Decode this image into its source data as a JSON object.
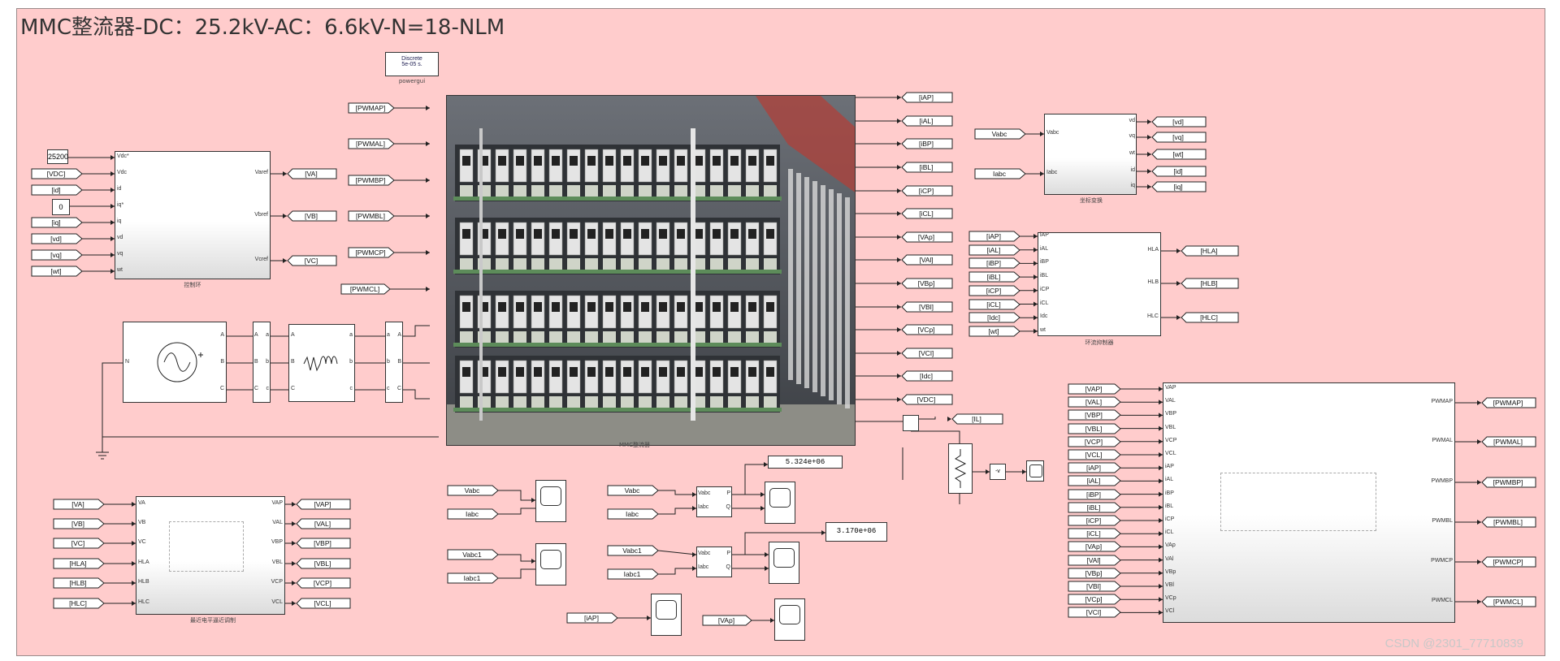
{
  "title": "MMC整流器-DC：25.2kV-AC：6.6kV-N=18-NLM",
  "watermark": "CSDN @2301_77710839",
  "powergui": {
    "line1": "Discrete",
    "line2": "5e-05 s.",
    "caption": "powergui"
  },
  "mmc_caption": "MMC整流器",
  "left_inputs": [
    "[PWMAP]",
    "[PWMAL]",
    "[PWMBP]",
    "[PWMBL]",
    "[PWMCP]",
    "[PWMCL]"
  ],
  "mmc_outputs": [
    "[iAP]",
    "[iAL]",
    "[iBP]",
    "[iBL]",
    "[iCP]",
    "[iCL]",
    "[VAp]",
    "[VAl]",
    "[VBp]",
    "[VBl]",
    "[VCp]",
    "[VCl]",
    "[Idc]",
    "[VDC]"
  ],
  "controller": {
    "caption": "控制环",
    "consts": [
      "25200",
      "0"
    ],
    "inputs": [
      "[VDC]",
      "[id]",
      "[iq]",
      "[vd]",
      "[vq]",
      "[wt]"
    ],
    "ports_in": [
      "Vdc*",
      "Vdc",
      "id",
      "iq*",
      "iq",
      "vd",
      "vq",
      "wt"
    ],
    "ports_out": [
      "Varef",
      "Vbref",
      "Vcref"
    ],
    "outputs": [
      "[VA]",
      "[VB]",
      "[VC]"
    ]
  },
  "transform": {
    "caption": "坐标变换",
    "inputs": [
      "Vabc",
      "Iabc"
    ],
    "ports_in": [
      "Vabc",
      "Iabc"
    ],
    "ports_out": [
      "vd",
      "vq",
      "wt",
      "id",
      "iq"
    ],
    "outputs": [
      "[vd]",
      "[vq]",
      "[wt]",
      "[id]",
      "[iq]"
    ]
  },
  "circ": {
    "caption": "环流抑制器",
    "inputs": [
      "[iAP]",
      "[iAL]",
      "[iBP]",
      "[iBL]",
      "[iCP]",
      "[iCL]",
      "[Idc]",
      "[wt]"
    ],
    "ports_in": [
      "iAP",
      "iAL",
      "iBP",
      "iBL",
      "iCP",
      "iCL",
      "Idc",
      "wt"
    ],
    "ports_out": [
      "HLA",
      "HLB",
      "HLC"
    ],
    "outputs": [
      "[HLA]",
      "[HLB]",
      "[HLC]"
    ]
  },
  "nlm": {
    "caption": "最近电平逼近调制",
    "inputs": [
      "[VA]",
      "[VB]",
      "[VC]",
      "[HLA]",
      "[HLB]",
      "[HLC]"
    ],
    "ports_in": [
      "VA",
      "VB",
      "VC",
      "HLA",
      "HLB",
      "HLC"
    ],
    "ports_out": [
      "VAP",
      "VAL",
      "VBP",
      "VBL",
      "VCP",
      "VCL"
    ],
    "outputs": [
      "[VAP]",
      "[VAL]",
      "[VBP]",
      "[VBL]",
      "[VCP]",
      "[VCL]"
    ]
  },
  "pwm": {
    "inputs": [
      "[VAP]",
      "[VAL]",
      "[VBP]",
      "[VBL]",
      "[VCP]",
      "[VCL]",
      "[iAP]",
      "[iAL]",
      "[iBP]",
      "[iBL]",
      "[iCP]",
      "[iCL]",
      "[VAp]",
      "[VAl]",
      "[VBp]",
      "[VBl]",
      "[VCp]",
      "[VCl]"
    ],
    "ports_in": [
      "VAP",
      "VAL",
      "VBP",
      "VBL",
      "VCP",
      "VCL",
      "iAP",
      "iAL",
      "iBP",
      "iBL",
      "iCP",
      "iCL",
      "VAp",
      "VAl",
      "VBp",
      "VBl",
      "VCp",
      "VCl"
    ],
    "ports_out": [
      "PWMAP",
      "PWMAL",
      "PWMBP",
      "PWMBL",
      "PWMCP",
      "PWMCL"
    ],
    "outputs": [
      "[PWMAP]",
      "[PWMAL]",
      "[PWMBP]",
      "[PWMBL]",
      "[PWMCP]",
      "[PWMCL]"
    ]
  },
  "source": {
    "ports": [
      "N",
      "A",
      "B",
      "C"
    ]
  },
  "vi_meas": {
    "ports": [
      "A",
      "B",
      "C",
      "a",
      "b",
      "c"
    ]
  },
  "rl_branch": {
    "ports": [
      "A",
      "B",
      "C",
      "a",
      "b",
      "c"
    ]
  },
  "dc_load": {
    "from": "[IL]",
    "gain": "-v"
  },
  "scopes_a": {
    "inputs": [
      "Vabc",
      "Iabc"
    ]
  },
  "scopes_b": {
    "inputs": [
      "Vabc1",
      "Iabc1"
    ]
  },
  "scope_iap": "[iAP]",
  "scope_vap": "[VAp]",
  "power1": {
    "inputs": [
      "Vabc",
      "Iabc"
    ],
    "ports_in": [
      "Vabc",
      "Iabc"
    ],
    "ports_out": [
      "P",
      "Q"
    ],
    "display": "5.324e+06"
  },
  "power2": {
    "inputs": [
      "Vabc1",
      "Iabc1"
    ],
    "ports_in": [
      "Vabc",
      "Iabc"
    ],
    "ports_out": [
      "P",
      "Q"
    ],
    "display": "3.170e+06"
  }
}
